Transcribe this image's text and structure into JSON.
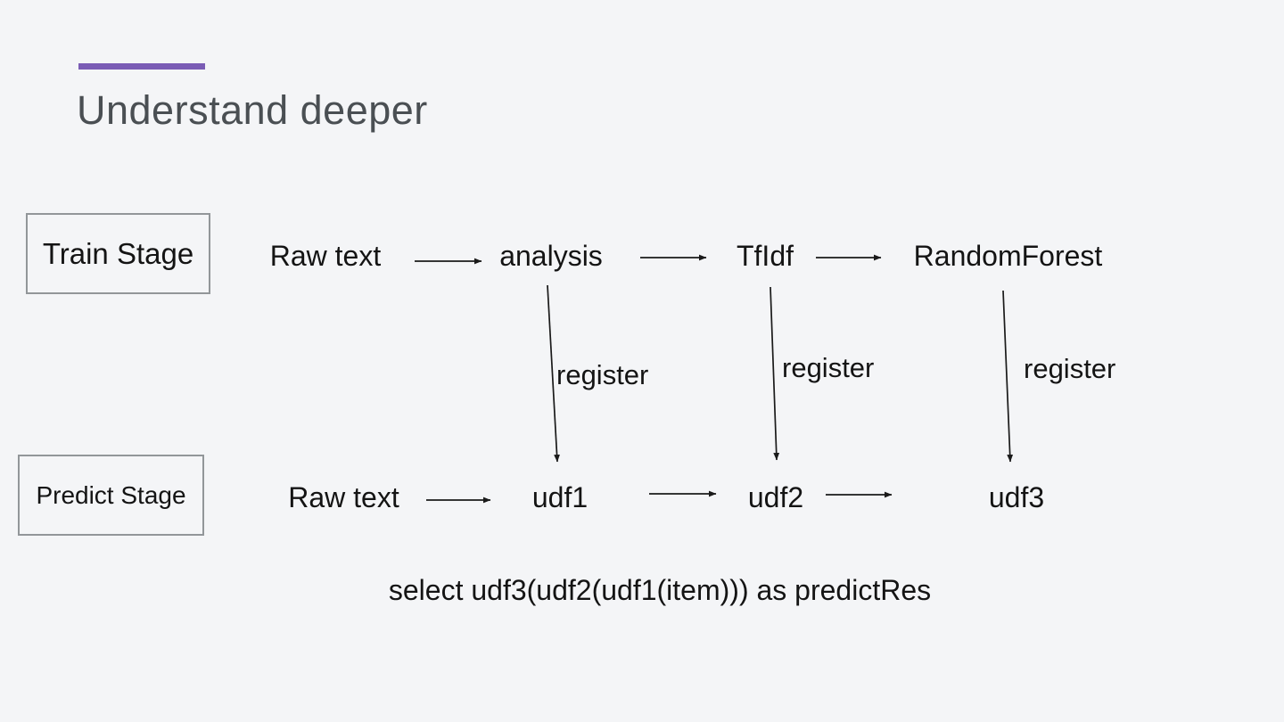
{
  "slide": {
    "title": "Understand deeper",
    "select_expression": "select udf3(udf2(udf1(item))) as predictRes"
  },
  "train_stage": {
    "label": "Train Stage",
    "nodes": [
      "Raw text",
      "analysis",
      "TfIdf",
      "RandomForest"
    ]
  },
  "predict_stage": {
    "label": "Predict Stage",
    "nodes": [
      "Raw text",
      "udf1",
      "udf2",
      "udf3"
    ]
  },
  "register_labels": [
    "register",
    "register",
    "register"
  ],
  "colors": {
    "background": "#f4f5f7",
    "accent_bar": "#7a5cb5",
    "title_text": "#4a4f53",
    "diagram_text": "#141414",
    "box_border": "#929699",
    "arrow": "#1a1a1a"
  }
}
